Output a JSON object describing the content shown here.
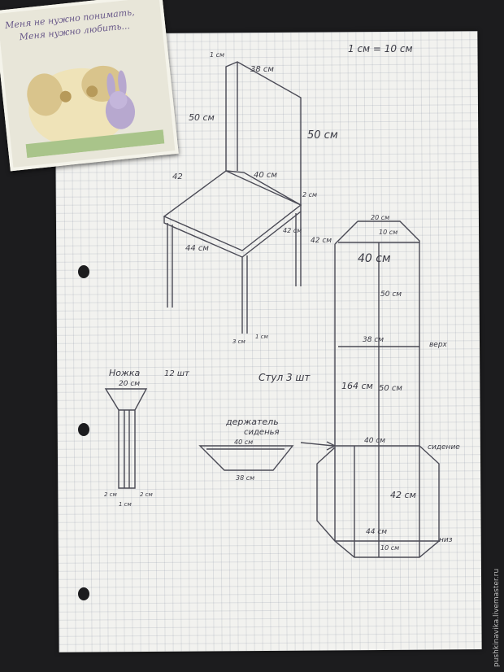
{
  "card": {
    "line1": "Меня не нужно понимать,",
    "line2": "Меня нужно любить..."
  },
  "scale_note": "1 см = 10 см",
  "chair": {
    "top_thickness": "1 см",
    "back_width": "38 см",
    "back_height_left": "50 см",
    "back_height_right": "50 см",
    "seat_side": "42",
    "seat_depth": "40 см",
    "seat_thickness": "2 см",
    "seat_front": "44 см",
    "leg_height_front": "42 см",
    "leg_height_back": "42 см",
    "leg_foot": "3 см",
    "leg_foot2": "1 см"
  },
  "leg_part": {
    "title": "Ножка",
    "count": "12 шт",
    "top": "20 см",
    "bottom_left": "2 см",
    "bottom_mid": "1 см",
    "bottom_right": "2 см"
  },
  "chairs_count": "Стул 3 шт",
  "holder": {
    "title_line1": "держатель",
    "title_line2": "сиденья",
    "top": "40 см",
    "bottom": "38 см"
  },
  "pattern": {
    "top_width": "20 см",
    "top_edge": "10 см",
    "upper_width": "40 см",
    "back_height": "50 см",
    "width_38": "38 см",
    "label_top": "верх",
    "total_height": "164 см",
    "seat_height": "50 см",
    "seat_width": "40 см",
    "label_seat": "сидение",
    "front_height": "42 см",
    "bottom_width": "44 см",
    "bottom_edge": "10 см",
    "label_bottom": "низ"
  },
  "watermark": "pushkinavika.livemaster.ru"
}
